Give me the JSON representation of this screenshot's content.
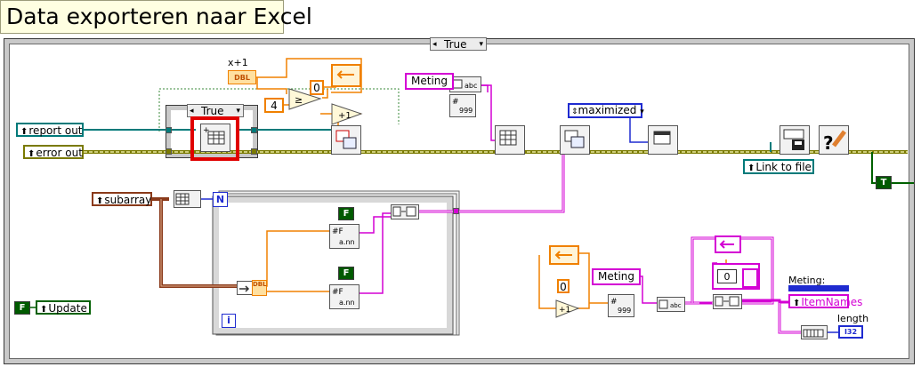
{
  "window": {
    "title": "Data exporteren naar Excel"
  },
  "case_structure": {
    "selector_value": "True",
    "dec_icon": "◂",
    "inc_icon": "▾"
  },
  "inner_case": {
    "selector_value": "True",
    "dec_icon": "◂",
    "inc_icon": "▾"
  },
  "controls": {
    "report_out": "report out",
    "error_out": "error out",
    "subarray": "subarray",
    "update": "Update",
    "ref_icon": "⬆"
  },
  "indicators": {
    "link_to_file": "Link to file",
    "meting_label": "Meting:",
    "item_names": "ItemNames",
    "length_label": "length",
    "i32": "I32"
  },
  "constants": {
    "x_plus_1": "x+1",
    "dbl": "DBL",
    "four": "4",
    "zero": "0",
    "meting1": "Meting",
    "meting2": "Meting",
    "zero_loop": "0",
    "array_zero": "0",
    "maximized": "maximized",
    "true_bool": "T",
    "false_bool": "F"
  },
  "loop": {
    "count_label": "N",
    "iteration_label": "i"
  },
  "colors": {
    "string_wire": "#d400d4",
    "numeric_wire": "#f08000",
    "refnum_wire": "#007a7a",
    "error_wire": "#7a7a00",
    "boolean_wire": "#006000",
    "highlight": "#e00000",
    "enum_border": "#1f2bd0"
  }
}
